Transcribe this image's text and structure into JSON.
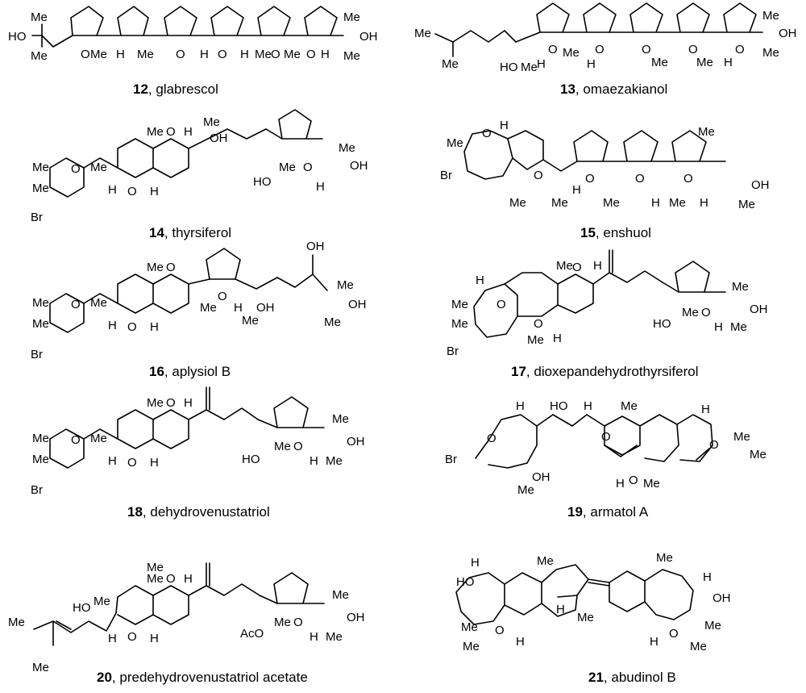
{
  "compounds": [
    {
      "number": "12",
      "name": "glabrescol",
      "atoms": {
        "ho": "HO",
        "me1": "Me",
        "me2": "Me",
        "o1": "O",
        "me3": "Me",
        "h1": "H",
        "me4": "Me",
        "o2": "O",
        "h2": "H",
        "o3": "O",
        "h3": "H",
        "me5": "Me",
        "o4": "O",
        "me6": "Me",
        "o5": "O",
        "h4": "H",
        "me7": "Me",
        "me8": "Me",
        "oh": "OH"
      }
    },
    {
      "number": "13",
      "name": "omaezakianol",
      "atoms": {
        "me1": "Me",
        "me2": "Me",
        "ho": "HO",
        "me3": "Me",
        "o1": "O",
        "h1": "H",
        "me4": "Me",
        "o2": "O",
        "h2": "H",
        "o3": "O",
        "me5": "Me",
        "o4": "O",
        "me6": "Me",
        "o5": "O",
        "h3": "H",
        "me7": "Me",
        "me8": "Me",
        "oh": "OH"
      }
    },
    {
      "number": "14",
      "name": "thyrsiferol",
      "atoms": {
        "me1": "Me",
        "me2": "Me",
        "o1": "O",
        "me3": "Me",
        "br": "Br",
        "h1": "H",
        "o2": "O",
        "h2": "H",
        "me4": "Me",
        "o3": "O",
        "h3": "H",
        "me5": "Me",
        "oh1": "OH",
        "ho": "HO",
        "me6": "Me",
        "o4": "O",
        "h4": "H",
        "me7": "Me",
        "oh2": "OH"
      }
    },
    {
      "number": "15",
      "name": "enshuol",
      "atoms": {
        "me1": "Me",
        "o1": "O",
        "h1": "H",
        "br": "Br",
        "o2": "O",
        "me2": "Me",
        "me3": "Me",
        "h2": "H",
        "o3": "O",
        "me4": "Me",
        "o4": "O",
        "h3": "H",
        "me5": "Me",
        "o5": "O",
        "h4": "H",
        "me6": "Me",
        "me7": "Me",
        "oh": "OH"
      }
    },
    {
      "number": "16",
      "name": "aplysiol B",
      "atoms": {
        "me1": "Me",
        "me2": "Me",
        "o1": "O",
        "me3": "Me",
        "br": "Br",
        "h1": "H",
        "o2": "O",
        "h2": "H",
        "me4": "Me",
        "o3": "O",
        "me5": "Me",
        "o4": "O",
        "h3": "H",
        "oh1": "OH",
        "me6": "Me",
        "oh2": "OH",
        "me7": "Me",
        "oh3": "OH",
        "me8": "Me"
      }
    },
    {
      "number": "17",
      "name": "dioxepandehydrothyrsiferol",
      "atoms": {
        "h1": "H",
        "me1": "Me",
        "o1": "O",
        "me2": "Me",
        "br": "Br",
        "me3": "Me",
        "o2": "O",
        "me4": "Me",
        "o3": "O",
        "h2": "H",
        "h3": "H",
        "ho": "HO",
        "me5": "Me",
        "o4": "O",
        "h4": "H",
        "me6": "Me",
        "oh": "OH",
        "me7": "Me"
      }
    },
    {
      "number": "18",
      "name": "dehydrovenustatriol",
      "atoms": {
        "me1": "Me",
        "me2": "Me",
        "o1": "O",
        "me3": "Me",
        "br": "Br",
        "h1": "H",
        "o2": "O",
        "h2": "H",
        "me4": "Me",
        "o3": "O",
        "h3": "H",
        "ho": "HO",
        "me5": "Me",
        "o4": "O",
        "h4": "H",
        "me6": "Me",
        "oh": "OH",
        "me7": "Me"
      }
    },
    {
      "number": "19",
      "name": "armatol A",
      "atoms": {
        "br": "Br",
        "o1": "O",
        "h1": "H",
        "me1": "Me",
        "oh1": "OH",
        "ho": "HO",
        "h2": "H",
        "o2": "O",
        "me2": "Me",
        "h3": "H",
        "o3": "O",
        "me3": "Me",
        "h4": "H",
        "o4": "O",
        "me4": "Me",
        "me5": "Me"
      }
    },
    {
      "number": "20",
      "name": "predehydrovenustatriol acetate",
      "atoms": {
        "me1": "Me",
        "ho": "HO",
        "me2": "Me",
        "h1": "H",
        "o1": "O",
        "h2": "H",
        "o2": "O",
        "h3": "H",
        "me3": "Me",
        "aco": "AcO",
        "me4": "Me",
        "o3": "O",
        "h4": "H",
        "me5": "Me",
        "oh": "OH",
        "me6": "Me",
        "me7": "Me",
        "me8": "Me"
      }
    },
    {
      "number": "21",
      "name": "abudinol B",
      "atoms": {
        "ho": "HO",
        "h1": "H",
        "me1": "Me",
        "me2": "Me",
        "o1": "O",
        "h2": "H",
        "me3": "Me",
        "h3": "H",
        "me4": "Me",
        "me5": "Me",
        "h4": "H",
        "oh": "OH",
        "h5": "H",
        "o2": "O",
        "me6": "Me",
        "me7": "Me"
      }
    }
  ]
}
